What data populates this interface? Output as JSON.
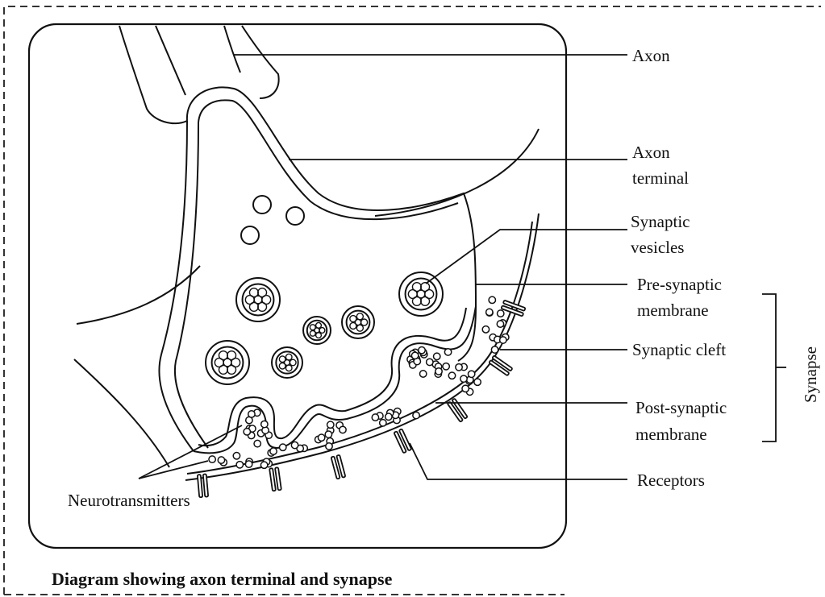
{
  "labels": {
    "axon": "Axon",
    "axon_terminal_line1": "Axon",
    "axon_terminal_line2": "terminal",
    "synaptic_vesicles_line1": "Synaptic",
    "synaptic_vesicles_line2": "vesicles",
    "pre_synaptic_line1": "Pre-synaptic",
    "pre_synaptic_line2": "membrane",
    "synaptic_cleft": "Synaptic cleft",
    "post_synaptic_line1": "Post-synaptic",
    "post_synaptic_line2": "membrane",
    "receptors": "Receptors",
    "neurotransmitters": "Neurotransmitters",
    "synapse": "Synapse"
  },
  "caption": "Diagram showing axon terminal and synapse"
}
